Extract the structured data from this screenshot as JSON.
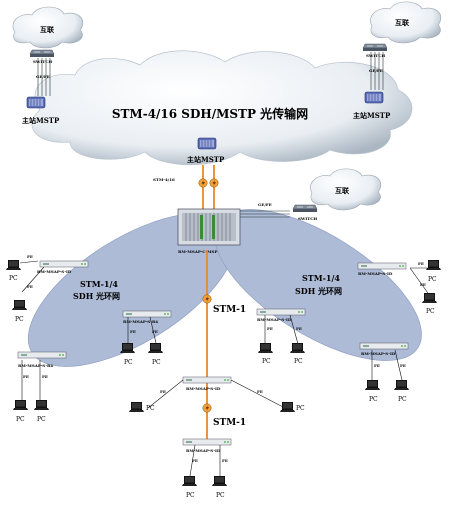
{
  "backbone": {
    "title": "STM-4/16 SDH/MSTP 光传输网"
  },
  "internet_label": "互联",
  "switch_label": "SWITCH",
  "link_ge": "GE/FE",
  "mstp_left": "主站MSTP",
  "mstp_right": "主站MSTP",
  "mstp_center": "主站MSTP",
  "uplink_label": "STM-4/16",
  "center_device": "RM-MSAP-C-MSP",
  "center_link": "GE/FE",
  "ring_left": {
    "line1": "STM-1/4",
    "line2": "SDH 光环网"
  },
  "ring_right": {
    "line1": "STM-1/4",
    "line2": "SDH 光环网"
  },
  "chain_label1": "STM-1",
  "chain_label2": "STM-1",
  "node_left_top": "RM-MSAP-S-ID",
  "node_left_mid": "RM-MSAP-S-R4",
  "node_left_bot": "RM-MSAP-S-R4",
  "node_right_top": "RM-MSAP-S-ID",
  "node_right_mid": "RM-MSAP-S-ID",
  "node_right_bot": "RM-MSAP-S-ID",
  "node_chain_1": "RM-MSAP-S-ID",
  "node_chain_2": "RM-MSAP-S-ID",
  "fe": "FE",
  "pc": "PC"
}
